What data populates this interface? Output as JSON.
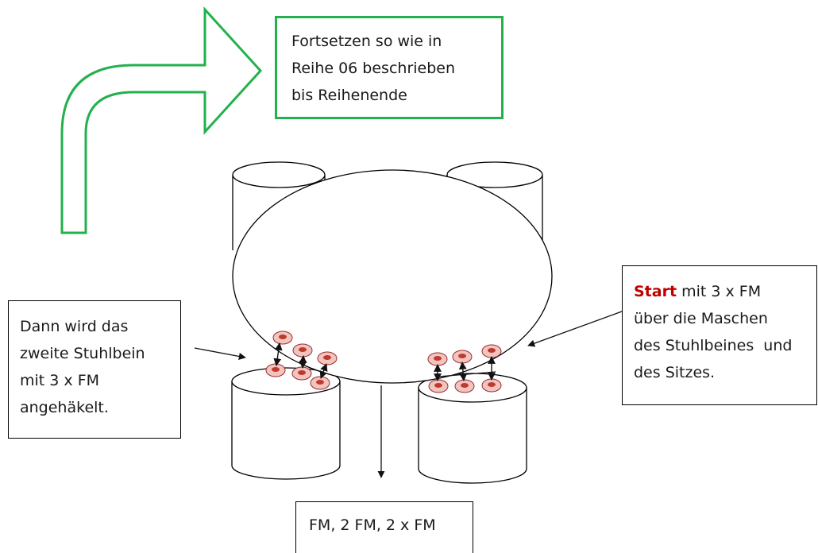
{
  "instruction_top": {
    "lines": [
      "Fortsetzen so wie in",
      "Reihe 06 beschrieben",
      "bis Reihenende"
    ]
  },
  "instruction_left": {
    "lines": [
      "Dann wird das",
      "zweite Stuhlbein",
      "mit 3 x FM",
      "angehäkelt."
    ]
  },
  "instruction_right": {
    "start_word": "Start",
    "line1_rest": " mit 3 x FM",
    "lines": [
      "über die Maschen",
      "des Stuhlbeines  und",
      "des Sitzes."
    ]
  },
  "instruction_bottom": {
    "text": "FM, 2 FM, 2 x FM"
  },
  "colors": {
    "arrow_green": "#22b14c",
    "start_red": "#c00000",
    "stitch_red": "#c0392b",
    "stitch_ring": "#f2c4c0"
  },
  "icons": [
    "curved-arrow-icon",
    "stitch-icon",
    "double-arrow-icon"
  ]
}
